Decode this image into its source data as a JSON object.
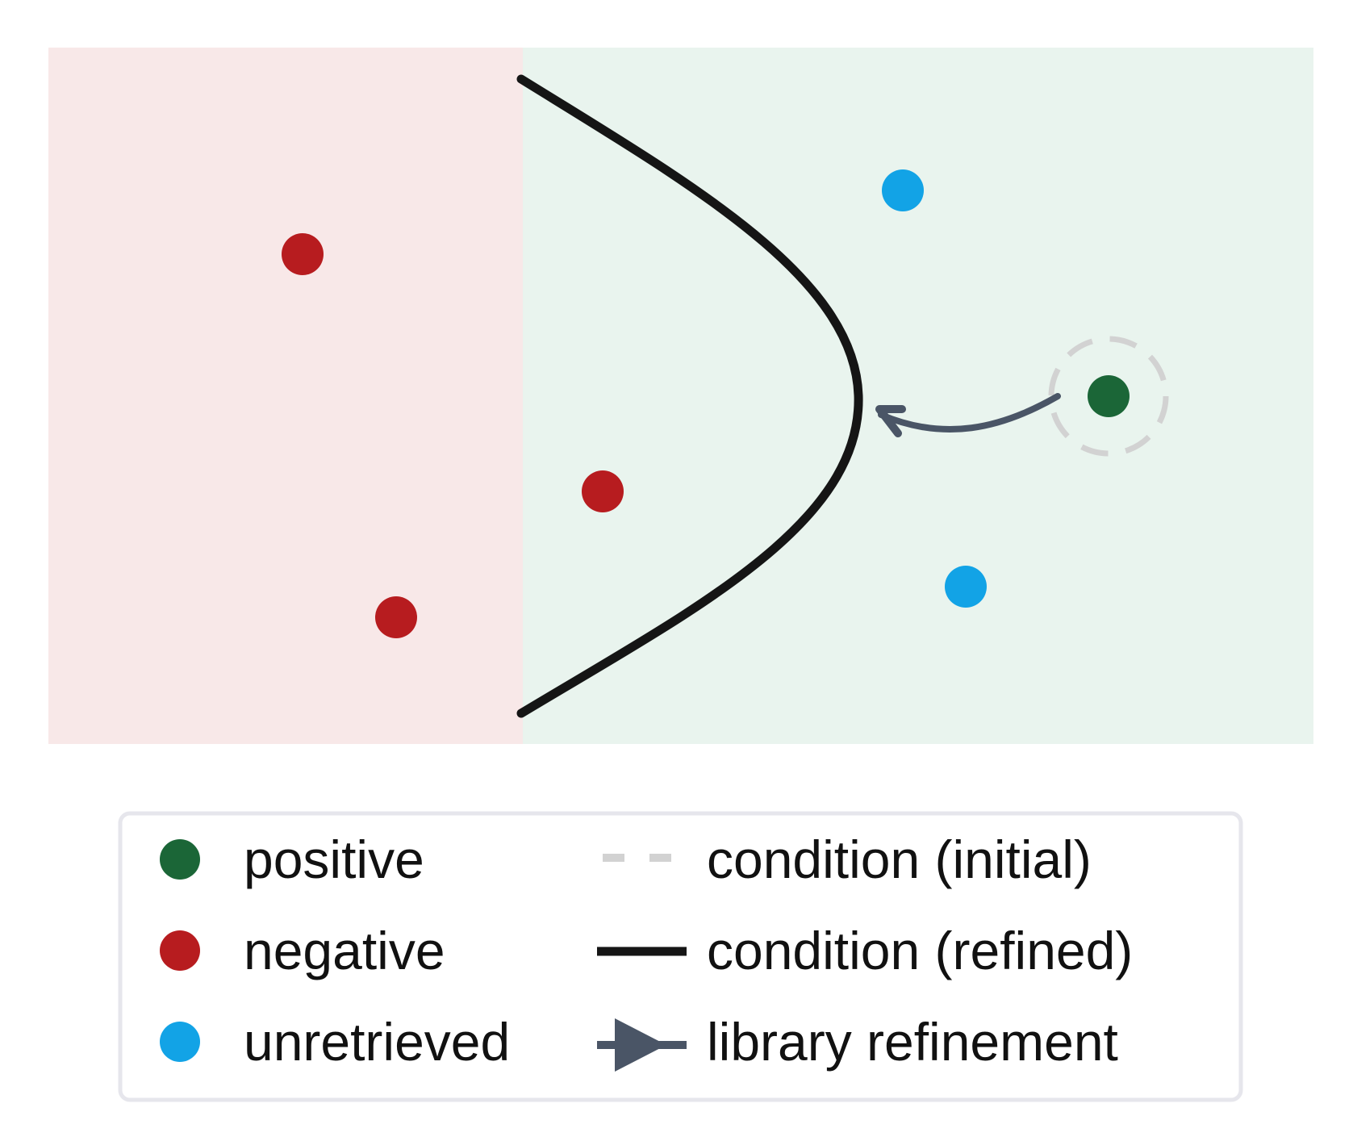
{
  "colors": {
    "negative_region": "#f8e8e8",
    "positive_region": "#e9f4ee",
    "positive": "#1b6637",
    "negative": "#b71c1f",
    "unretrieved": "#12a3e6",
    "condition_initial": "#d2d2d2",
    "condition_refined": "#151515",
    "library_refinement": "#4a5566",
    "legend_border": "#e6e6ec"
  },
  "points": {
    "negative": 3,
    "unretrieved": 2,
    "positive": 1
  },
  "legend": {
    "items": [
      {
        "label": "positive",
        "marker": "circle",
        "color_key": "positive"
      },
      {
        "label": "negative",
        "marker": "circle",
        "color_key": "negative"
      },
      {
        "label": "unretrieved",
        "marker": "circle",
        "color_key": "unretrieved"
      },
      {
        "label": "condition (initial)",
        "marker": "dashed-line",
        "color_key": "condition_initial"
      },
      {
        "label": "condition (refined)",
        "marker": "solid-line",
        "color_key": "condition_refined"
      },
      {
        "label": "library refinement",
        "marker": "arrow",
        "color_key": "library_refinement"
      }
    ]
  }
}
